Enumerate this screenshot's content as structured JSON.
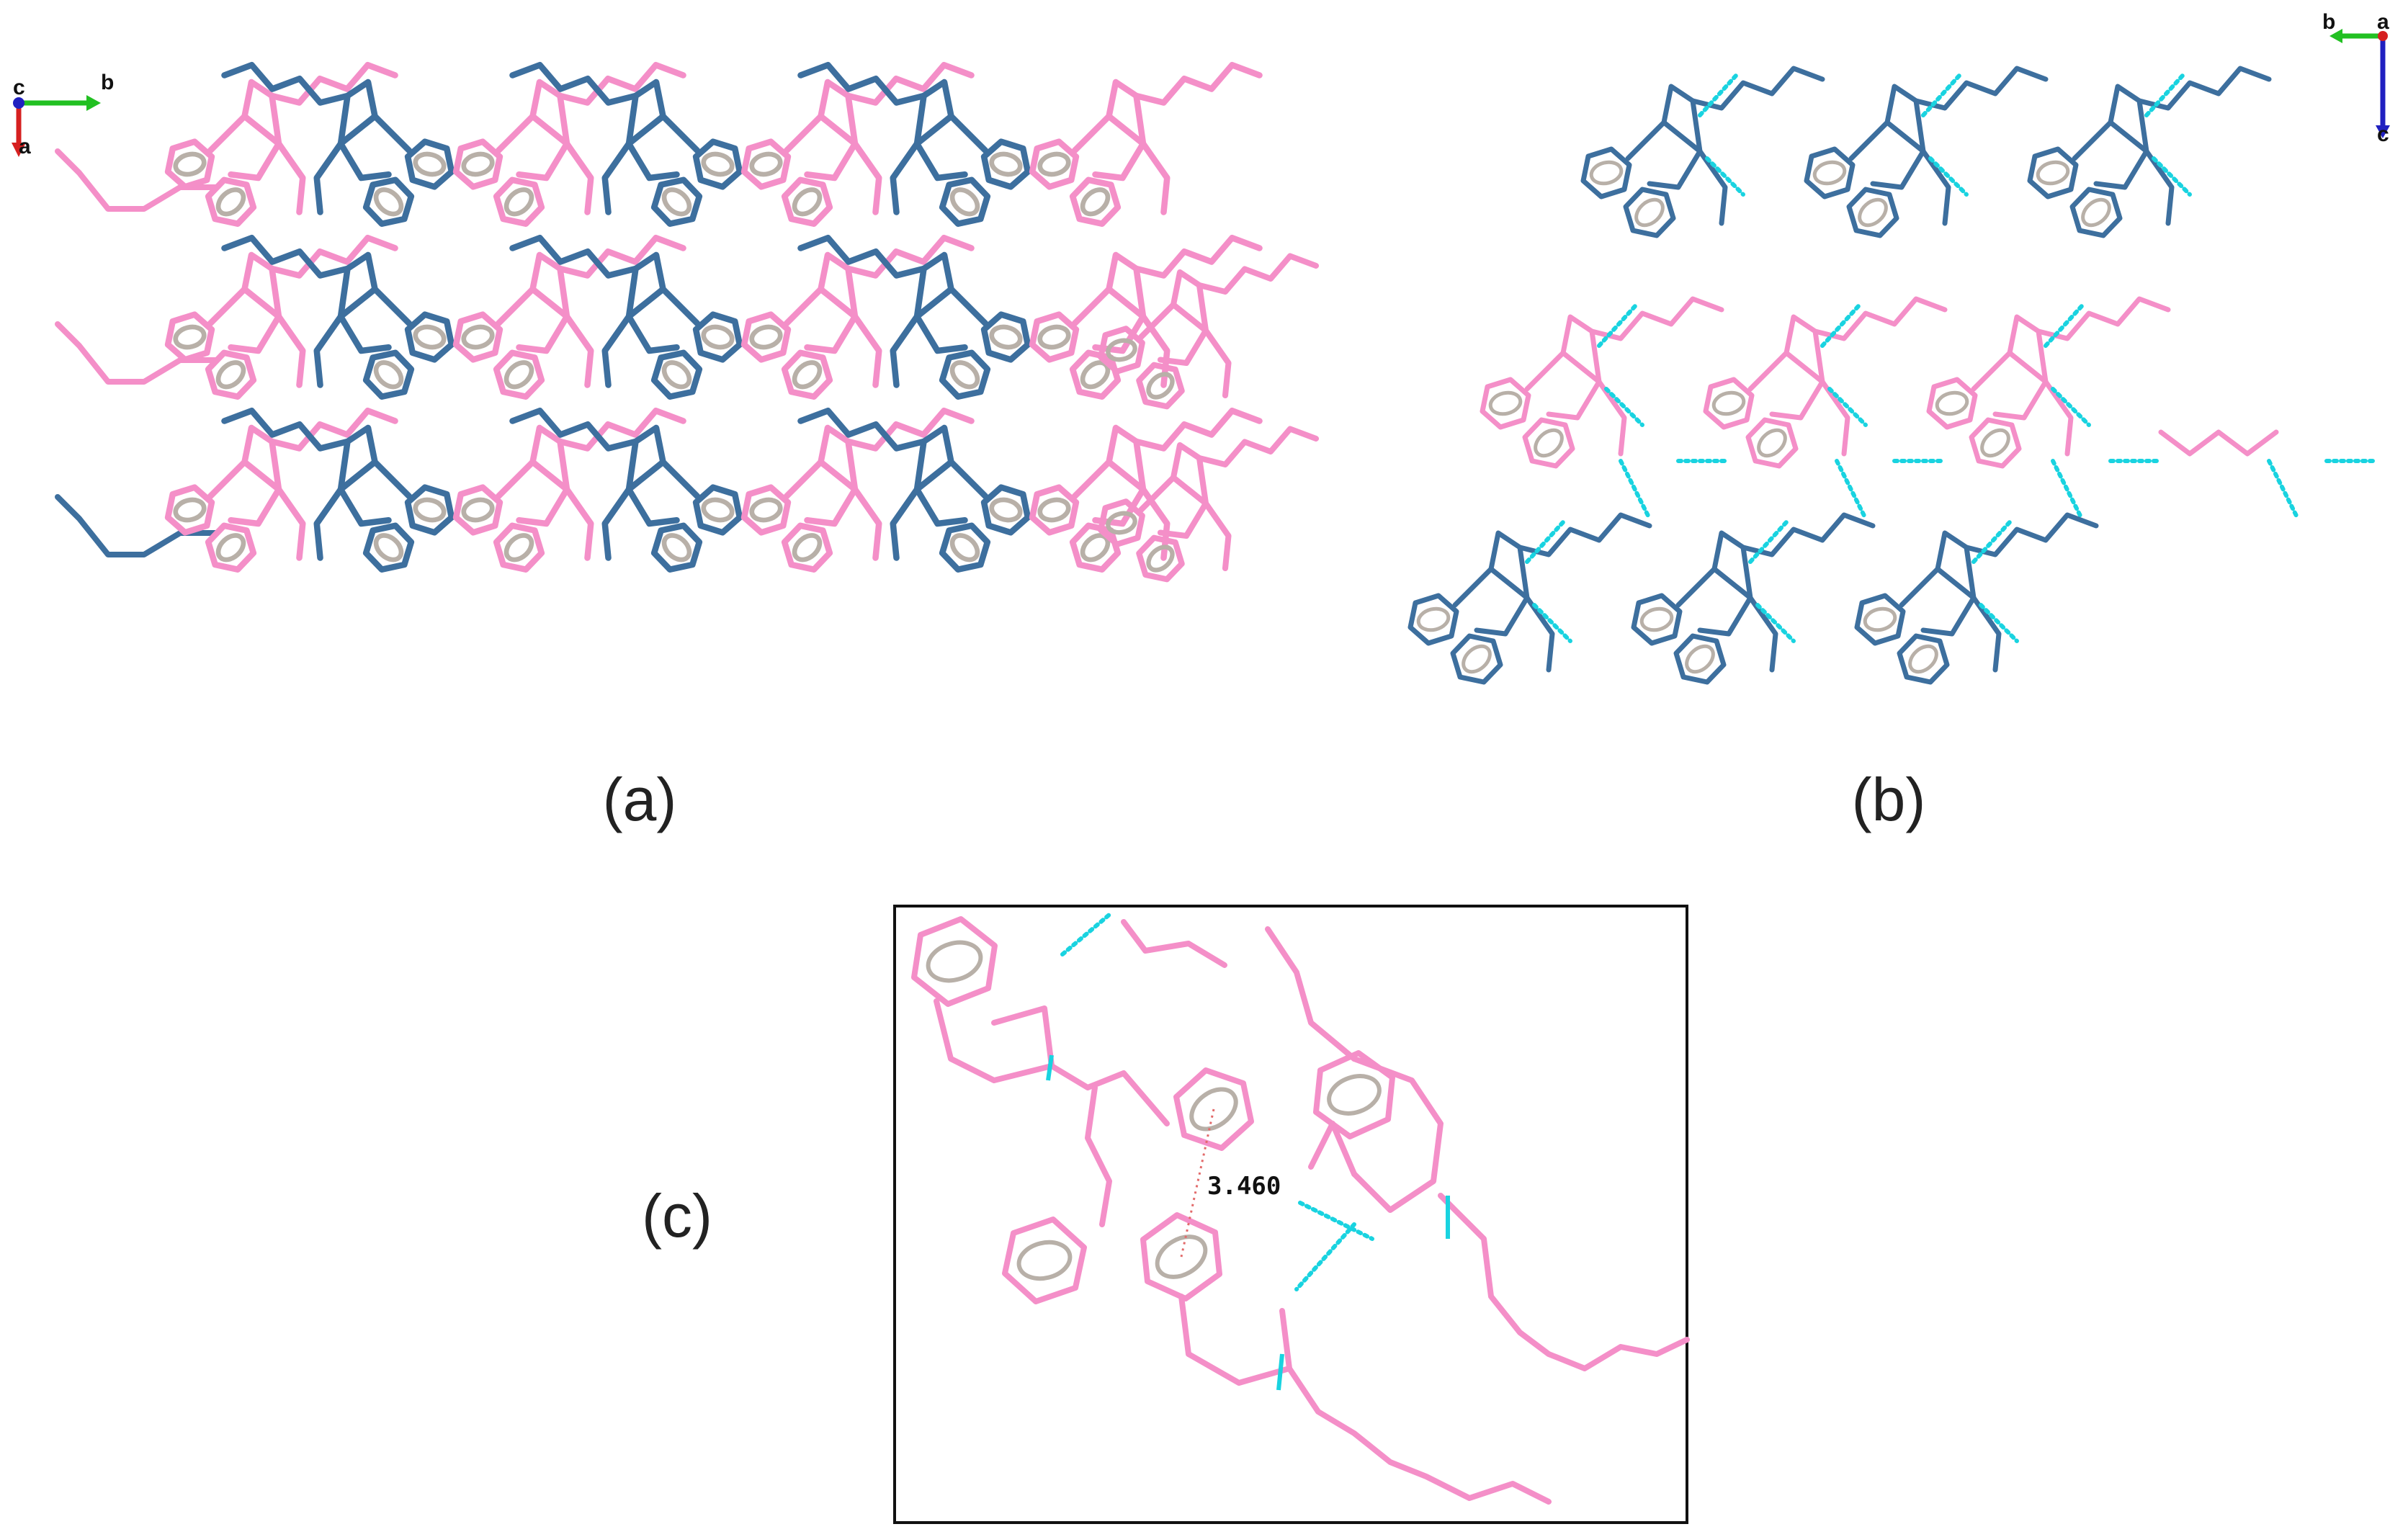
{
  "panels": {
    "a": {
      "label": "(a)",
      "axes": [
        "c",
        "b",
        "a"
      ]
    },
    "b": {
      "label": "(b)",
      "axes": [
        "b",
        "a",
        "c"
      ]
    },
    "c": {
      "label": "(c)",
      "distance_label": "3.460"
    }
  },
  "colors": {
    "molecule_pink": "#f48fc8",
    "molecule_blue": "#3d6f9e",
    "hbond_cyan": "#19d3e0",
    "ring_grey": "#b8b0a8",
    "axis_red": "#d62020",
    "axis_green": "#22c022",
    "axis_blue": "#2020c0",
    "frame": "#111111"
  }
}
